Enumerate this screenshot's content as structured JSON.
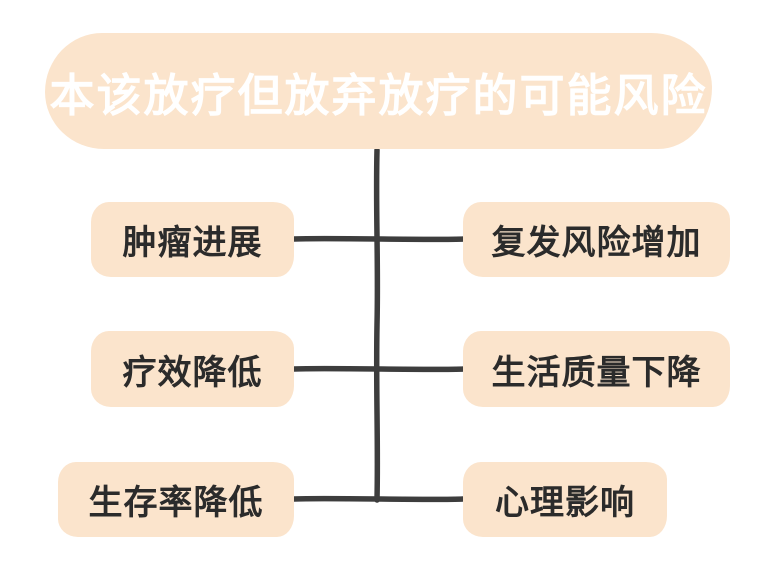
{
  "title": "本该放疗但放弃放疗的可能风险",
  "colors": {
    "box_fill": "#fbe4cc",
    "line_color": "#3d3d3d",
    "title_text": "#ffffff",
    "box_text": "#2b2b2b",
    "bg": "#ffffff"
  },
  "left_items": [
    {
      "label": "肿瘤进展"
    },
    {
      "label": "疗效降低"
    },
    {
      "label": "生存率降低"
    }
  ],
  "right_items": [
    {
      "label": "复发风险增加"
    },
    {
      "label": "生活质量下降"
    },
    {
      "label": "心理影响"
    }
  ]
}
